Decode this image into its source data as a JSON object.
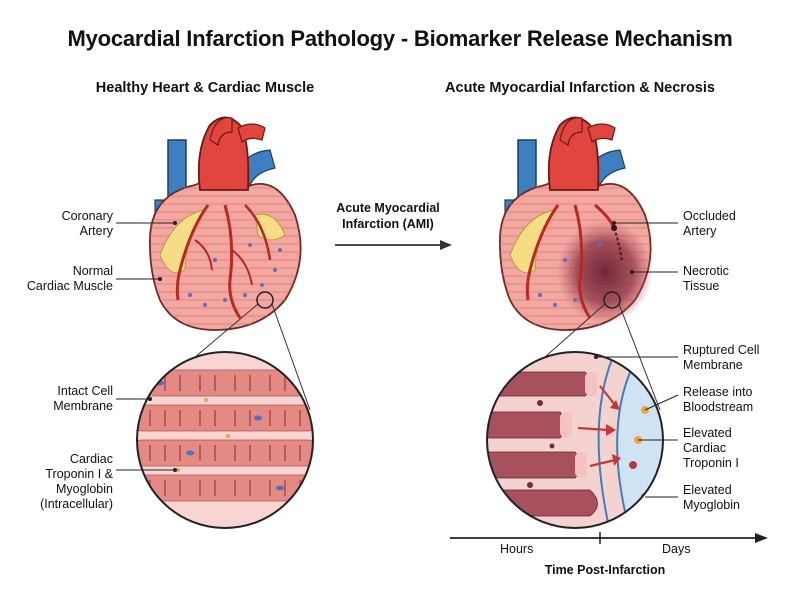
{
  "title": "Myocardial Infarction Pathology - Biomarker Release Mechanism",
  "panels": {
    "healthy": {
      "title": "Healthy Heart & Cardiac Muscle",
      "labels": {
        "coronary_artery": [
          "Coronary",
          "Artery"
        ],
        "normal_muscle": [
          "Normal",
          "Cardiac Muscle"
        ],
        "intact_membrane": [
          "Intact Cell",
          "Membrane"
        ],
        "intracellular": [
          "Cardiac",
          "Troponin I &",
          "Myoglobin",
          "(Intracellular)"
        ]
      }
    },
    "infarct": {
      "title": "Acute Myocardial Infarction & Necrosis",
      "labels": {
        "occluded_artery": [
          "Occluded",
          "Artery"
        ],
        "necrotic_tissue": [
          "Necrotic",
          "Tissue"
        ],
        "ruptured_membrane": [
          "Ruptured Cell",
          "Membrane"
        ],
        "release": [
          "Release into",
          "Bloodstream"
        ],
        "troponin": [
          "Elevated",
          "Cardiac",
          "Troponin I"
        ],
        "myoglobin": [
          "Elevated",
          "Myoglobin"
        ]
      }
    }
  },
  "transition": [
    "Acute Myocardial",
    "Infarction (AMI)"
  ],
  "timeline": {
    "start": "Hours",
    "end": "Days",
    "title": "Time Post-Infarction"
  },
  "colors": {
    "aorta": "#e0463d",
    "vein": "#3d7fc1",
    "muscle": "#f2a7a0",
    "fat": "#f7dc86",
    "coronary": "#b52a22",
    "necrosis": "#7a2738",
    "blood_vessel": "#cfe3f5",
    "troponin_dot": "#f0a23c",
    "myoglobin_dot": "#b83a3a",
    "nucleus": "#5a6fc4"
  },
  "icons": [
    "healthy-heart-icon",
    "infarcted-heart-icon",
    "cardiac-muscle-magnifier",
    "necrotic-muscle-magnifier",
    "transition-arrow",
    "timeline-arrow"
  ]
}
